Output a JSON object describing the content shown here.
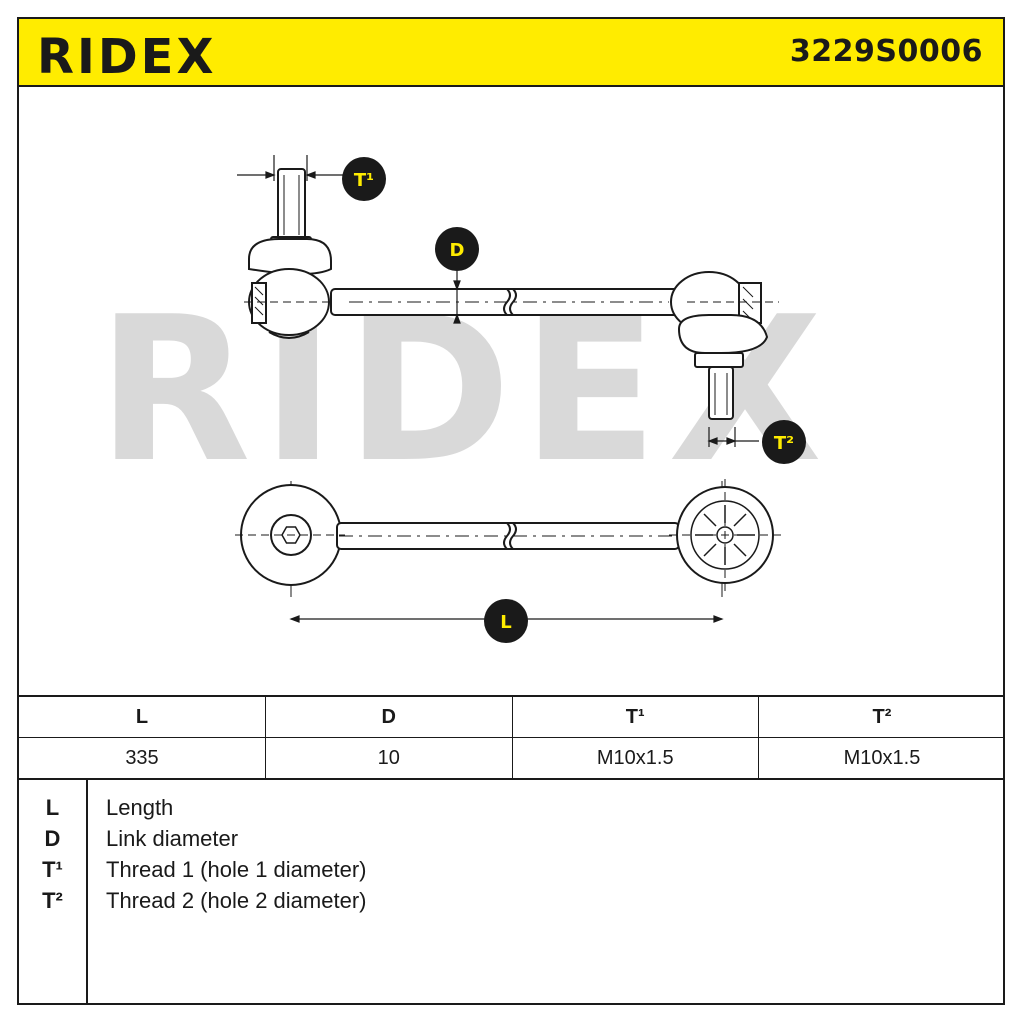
{
  "header": {
    "brand": "RIDEX",
    "part_number": "3229S0006",
    "brand_color": "#ffec00"
  },
  "drawing": {
    "watermark": "RIDEX",
    "labels": {
      "t1": "T¹",
      "d": "D",
      "t2": "T²",
      "l": "L"
    }
  },
  "specs": {
    "headers": [
      "L",
      "D",
      "T¹",
      "T²"
    ],
    "values": [
      "335",
      "10",
      "M10x1.5",
      "M10x1.5"
    ]
  },
  "legend": [
    {
      "symbol": "L",
      "description": "Length"
    },
    {
      "symbol": "D",
      "description": "Link diameter"
    },
    {
      "symbol": "T¹",
      "description": "Thread 1 (hole 1 diameter)"
    },
    {
      "symbol": "T²",
      "description": "Thread 2 (hole 2 diameter)"
    }
  ]
}
